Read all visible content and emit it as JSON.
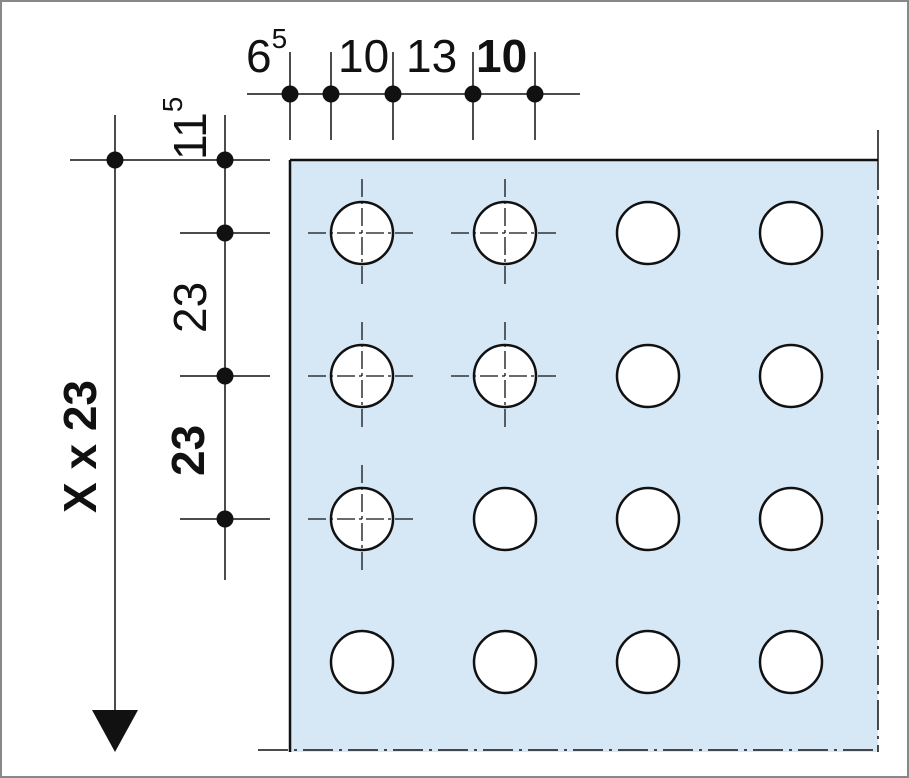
{
  "colors": {
    "plate_fill": "#d6e7f6",
    "line": "#111111",
    "hole_fill": "#ffffff",
    "frame": "#888888"
  },
  "top_dimensions": {
    "d1_main": "6",
    "d1_sup": "5",
    "d2": "10",
    "d3": "13",
    "d4": "10"
  },
  "side_dimensions": {
    "edge_main": "11",
    "edge_sup": "5",
    "pitch": "23",
    "pitch_bold": "23",
    "total": "X x 23"
  },
  "holes": {
    "rows": 4,
    "cols": 4,
    "marked_centers": [
      [
        0,
        0
      ],
      [
        0,
        1
      ],
      [
        1,
        0
      ],
      [
        1,
        1
      ],
      [
        2,
        0
      ]
    ]
  }
}
